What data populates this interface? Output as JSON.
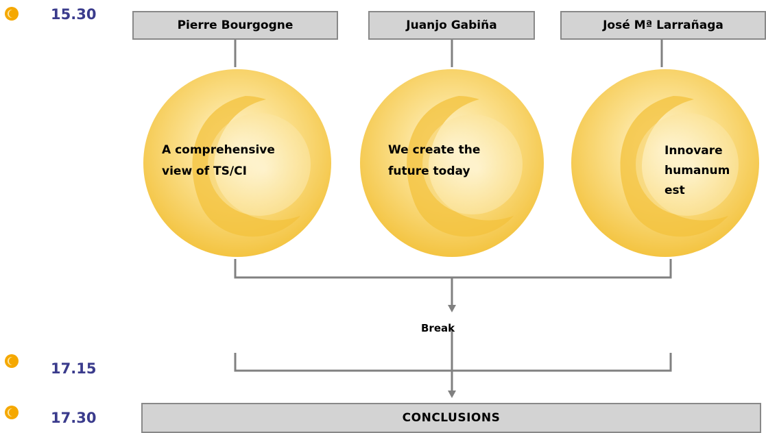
{
  "timeline": [
    {
      "time": "15.30",
      "icon": "clock-icon"
    },
    {
      "time": "17.15",
      "icon": "clock-icon"
    },
    {
      "time": "17.30",
      "icon": "clock-icon"
    }
  ],
  "speakers": [
    {
      "name": "Pierre Bourgogne",
      "topic": "A comprehensive\nview of TS/CI"
    },
    {
      "name": "Juanjo Gabiña",
      "topic": "We create the\nfuture today"
    },
    {
      "name": "José Mª Larrañaga",
      "topic": "Innovare\nhumanum\nest"
    }
  ],
  "break_label": "Break",
  "conclusions_label": "CONCLUSIONS",
  "colors": {
    "time_text": "#3a3b8c",
    "box_fill": "#d3d3d3",
    "box_border": "#888888",
    "connector": "#808080",
    "ball": "#f7c94a",
    "icon": "#f5a800"
  }
}
